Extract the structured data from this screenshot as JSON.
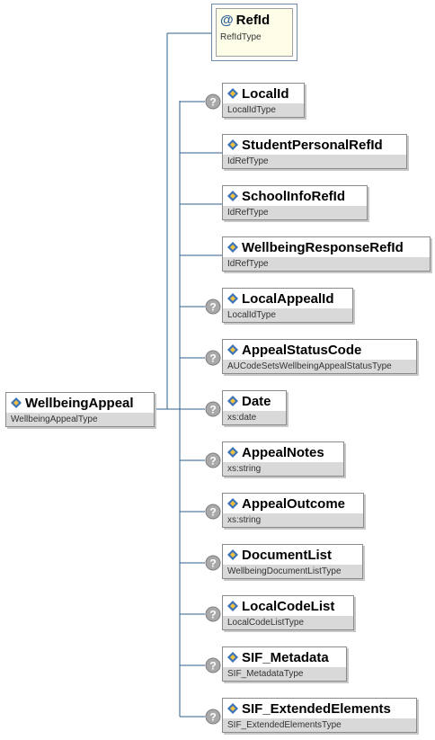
{
  "root": {
    "name": "WellbeingAppeal",
    "type": "WellbeingAppealType"
  },
  "attribute": {
    "symbol": "@",
    "name": "RefId",
    "type": "RefIdType"
  },
  "elements": [
    {
      "name": "LocalId",
      "type": "LocalIdType",
      "optional": true
    },
    {
      "name": "StudentPersonalRefId",
      "type": "IdRefType",
      "optional": false
    },
    {
      "name": "SchoolInfoRefId",
      "type": "IdRefType",
      "optional": false
    },
    {
      "name": "WellbeingResponseRefId",
      "type": "IdRefType",
      "optional": false
    },
    {
      "name": "LocalAppealId",
      "type": "LocalIdType",
      "optional": true
    },
    {
      "name": "AppealStatusCode",
      "type": "AUCodeSetsWellbeingAppealStatusType",
      "optional": true
    },
    {
      "name": "Date",
      "type": "xs:date",
      "optional": true
    },
    {
      "name": "AppealNotes",
      "type": "xs:string",
      "optional": true
    },
    {
      "name": "AppealOutcome",
      "type": "xs:string",
      "optional": true
    },
    {
      "name": "DocumentList",
      "type": "WellbeingDocumentListType",
      "optional": true
    },
    {
      "name": "LocalCodeList",
      "type": "LocalCodeListType",
      "optional": true
    },
    {
      "name": "SIF_Metadata",
      "type": "SIF_MetadataType",
      "optional": true
    },
    {
      "name": "SIF_ExtendedElements",
      "type": "SIF_ExtendedElementsType",
      "optional": true
    }
  ],
  "optional_marker": "?",
  "colors": {
    "line": "#2f5f8a",
    "type_bar": "#d9d9d9",
    "attr_fill": "#fdfde8",
    "optional_fill": "#a9a9a9"
  }
}
